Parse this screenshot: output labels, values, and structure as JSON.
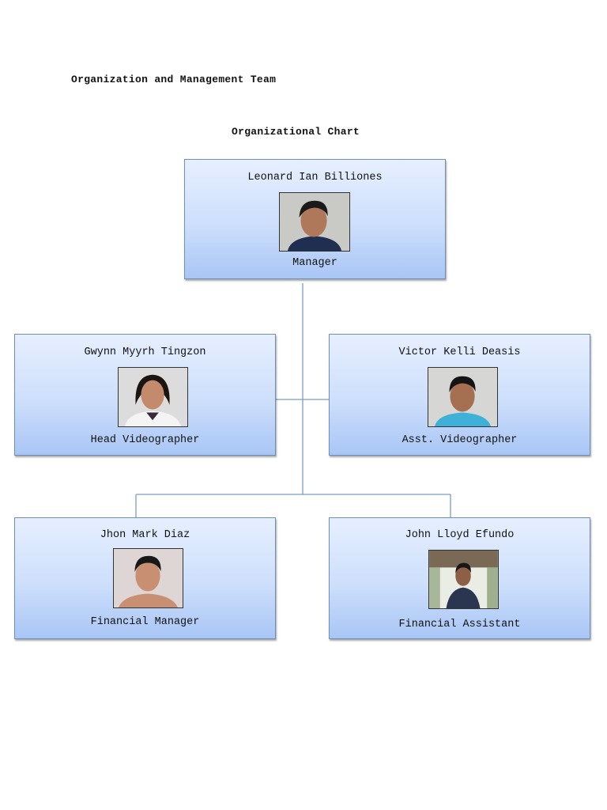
{
  "document": {
    "title": "Organization and Management Team",
    "chart_title": "Organizational Chart"
  },
  "members": {
    "manager": {
      "name": "Leonard Ian Billiones",
      "role": "Manager"
    },
    "head_videographer": {
      "name": "Gwynn Myyrh Tingzon",
      "role": "Head Videographer"
    },
    "asst_videographer": {
      "name": "Victor Kelli Deasis",
      "role": "Asst. Videographer"
    },
    "financial_manager": {
      "name": "Jhon Mark Diaz",
      "role": "Financial Manager"
    },
    "financial_assistant": {
      "name": "John Lloyd Efundo",
      "role": "Financial Assistant"
    }
  },
  "colors": {
    "card_border": "#6f8fb8",
    "card_gradient_top": "#e6efff",
    "card_gradient_bottom": "#a9c6f6",
    "connector": "#7e9cc4"
  }
}
